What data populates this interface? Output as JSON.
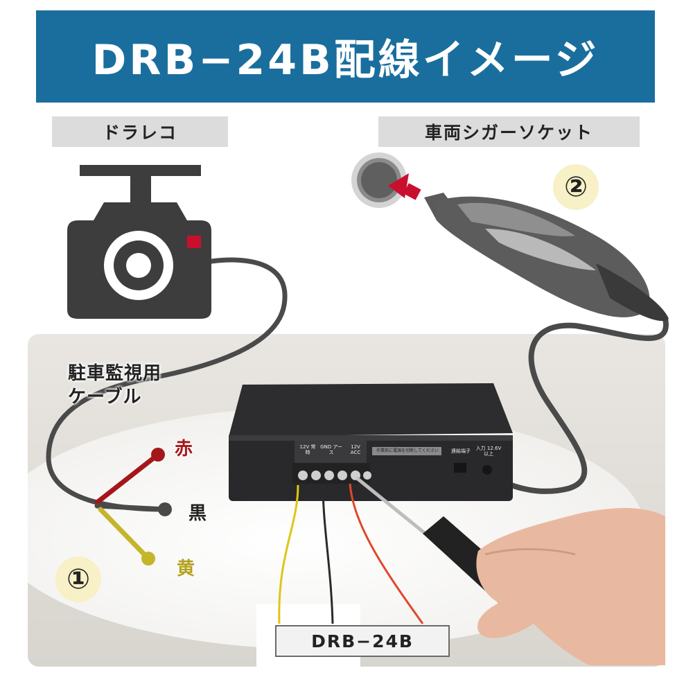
{
  "title": "DRB−24B配線イメージ",
  "labels": {
    "dashcam": "ドラレコ",
    "socket": "車両シガーソケット",
    "cable_line1": "駐車監視用",
    "cable_line2": "ケーブル",
    "model": "DRB−24B"
  },
  "badges": {
    "one": "①",
    "two": "②"
  },
  "wires": {
    "red": "赤",
    "black": "黒",
    "yellow": "黄"
  },
  "device_panel": {
    "term_12v_constant": "12V 常時",
    "term_gnd": "GND アース",
    "term_12v_acc": "12V ACC",
    "warning": "作業前に電源を切断してください",
    "link_port": "連結端子",
    "input": "入力 12.6V以上"
  },
  "colors": {
    "banner": "#1a6e9e",
    "label_bg": "#dcdcdc",
    "icon_dark": "#3d3d3d",
    "accent_red": "#c8102e",
    "wire_red": "#a5161b",
    "wire_yellow": "#c4b52a",
    "wire_black": "#4a4a4a",
    "badge_bg": "#f8f0c6"
  },
  "icons": [
    "dashcam-icon",
    "cigarette-socket-icon",
    "cigarette-plug-icon",
    "screwdriver-icon",
    "hand-icon"
  ]
}
